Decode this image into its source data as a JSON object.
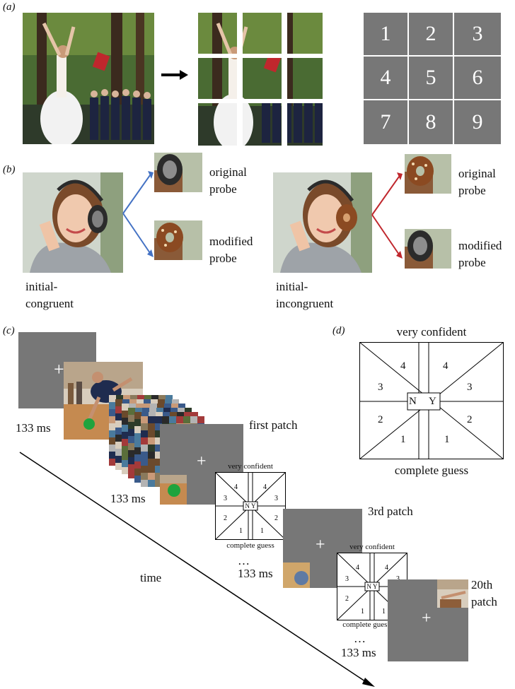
{
  "panels": {
    "a": "(a)",
    "b": "(b)",
    "c": "(c)",
    "d": "(d)"
  },
  "panel_a": {
    "grid_numbers": [
      "1",
      "2",
      "3",
      "4",
      "5",
      "6",
      "7",
      "8",
      "9"
    ],
    "grid_color": "#777777"
  },
  "panel_b": {
    "left_label_1": "initial-",
    "left_label_2": "congruent",
    "right_label_1": "initial-",
    "right_label_2": "incongruent",
    "original_1": "original",
    "probe_1": "probe",
    "modified_1": "modified",
    "probe_2": "probe",
    "original_2": "original",
    "probe_3": "probe",
    "modified_2": "modified",
    "probe_4": "probe",
    "arrow_blue": "#4472c4",
    "arrow_red": "#c0272d"
  },
  "panel_c": {
    "ms_1": "133 ms",
    "ms_2": "133 ms",
    "ms_3": "133 ms",
    "ms_4": "133 ms",
    "first_patch": "first patch",
    "third_patch": "3rd patch",
    "twentieth_1": "20th",
    "twentieth_2": "patch",
    "time": "time",
    "scale_top": "very confident",
    "scale_bottom": "complete guess",
    "n": "N",
    "y": "Y",
    "dots": "…"
  },
  "panel_d": {
    "top": "very confident",
    "bottom": "complete guess",
    "n": "N",
    "y": "Y",
    "numbers": [
      "4",
      "4",
      "3",
      "3",
      "2",
      "2",
      "1",
      "1"
    ]
  }
}
